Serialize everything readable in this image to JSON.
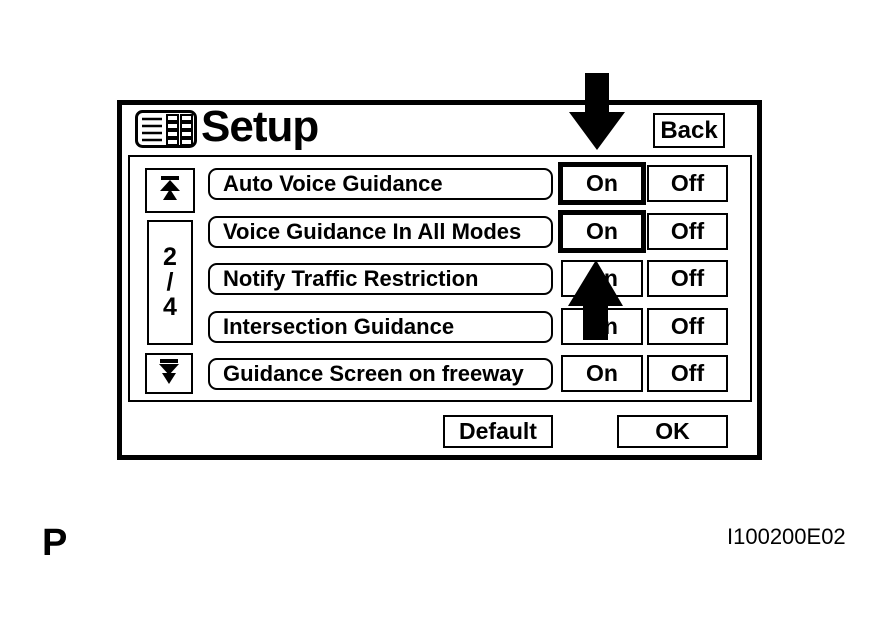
{
  "colors": {
    "foreground": "#000000",
    "background": "#ffffff"
  },
  "screen": {
    "title": "Setup",
    "back_label": "Back",
    "pager": {
      "current": "2",
      "separator": "/",
      "total": "4"
    },
    "rows": [
      {
        "label": "Auto Voice Guidance",
        "on_label": "On",
        "off_label": "Off",
        "on_selected": true
      },
      {
        "label": "Voice Guidance In All Modes",
        "on_label": "On",
        "off_label": "Off",
        "on_selected": true
      },
      {
        "label": "Notify Traffic Restriction",
        "on_label": "On",
        "off_label": "Off",
        "on_selected": false
      },
      {
        "label": "Intersection Guidance",
        "on_label": "On",
        "off_label": "Off",
        "on_selected": false
      },
      {
        "label": "Guidance Screen on freeway",
        "on_label": "On",
        "off_label": "Off",
        "on_selected": false
      }
    ],
    "default_label": "Default",
    "ok_label": "OK"
  },
  "icons": {
    "menu": "list-grid-menu-icon",
    "scroll_up": "double-up-arrow-icon",
    "scroll_down": "double-down-arrow-icon",
    "pointer_top": "down-pointer-arrow",
    "pointer_middle": "up-pointer-arrow"
  },
  "annotations": {
    "page_letter": "P",
    "figure_code": "I100200E02"
  }
}
